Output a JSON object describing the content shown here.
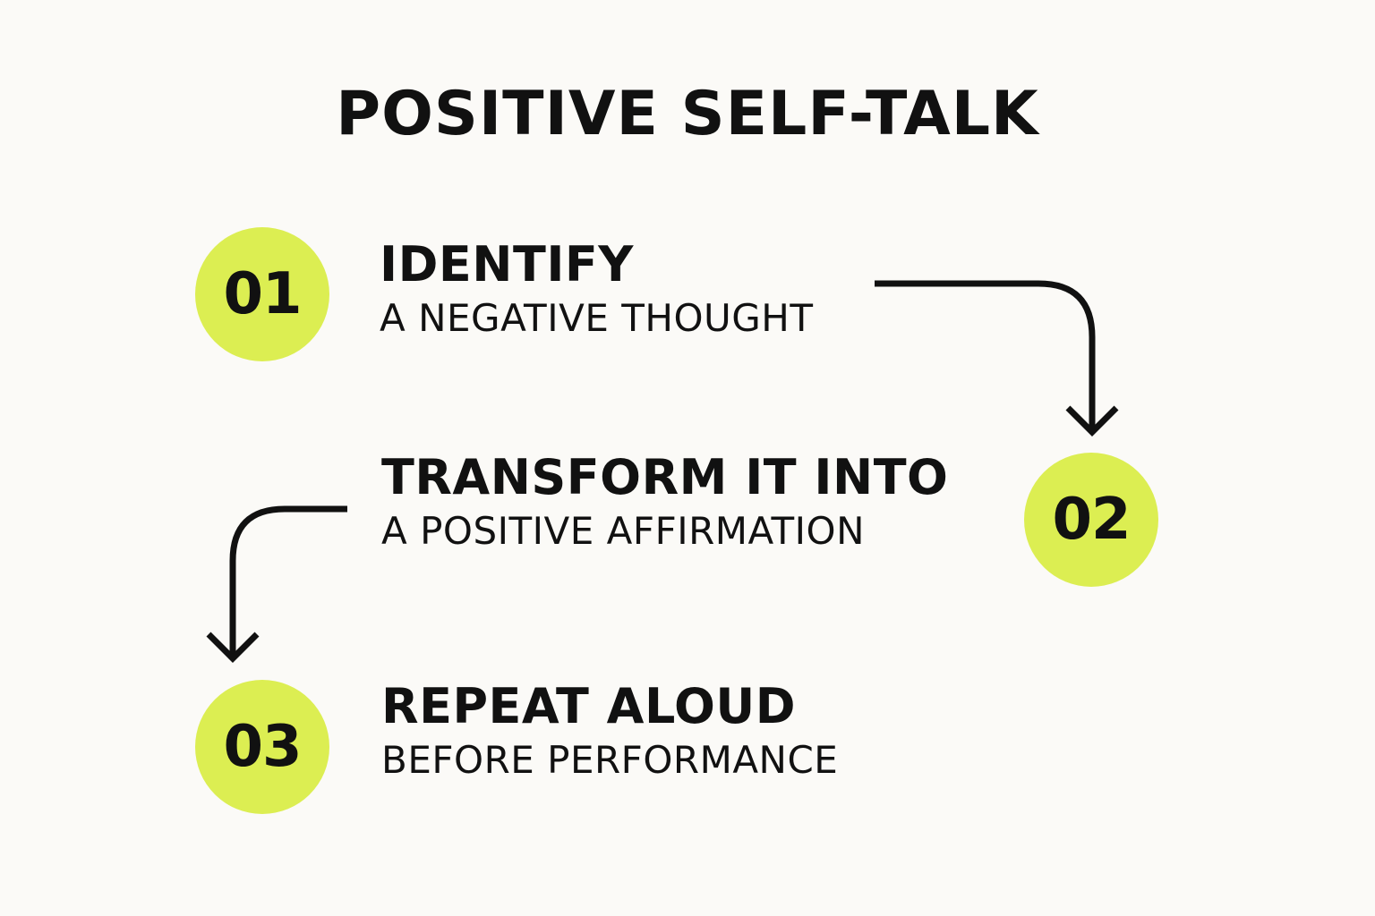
{
  "title": "POSITIVE SELF-TALK",
  "colors": {
    "background": "#fbfaf7",
    "circle": "#dcee52",
    "text": "#111111",
    "arrow": "#111111"
  },
  "steps": [
    {
      "number": "01",
      "heading": "IDENTIFY",
      "subtext": "A NEGATIVE THOUGHT"
    },
    {
      "number": "02",
      "heading": "TRANSFORM IT INTO",
      "subtext": "A POSITIVE AFFIRMATION"
    },
    {
      "number": "03",
      "heading": "REPEAT ALOUD",
      "subtext": "BEFORE PERFORMANCE"
    }
  ]
}
